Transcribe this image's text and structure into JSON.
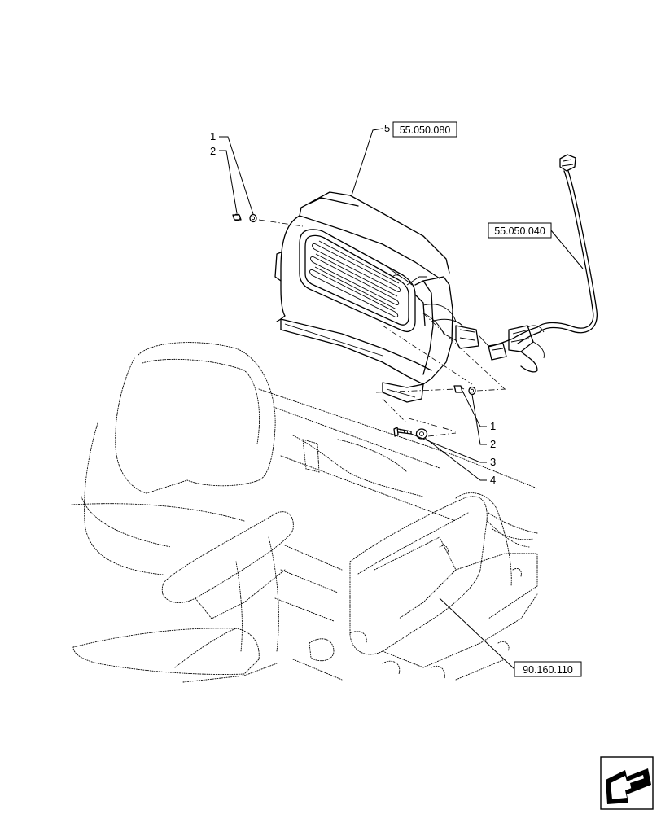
{
  "callouts": {
    "screw_top": "1",
    "washer_top": "2",
    "heater_unit": "5",
    "screw_right": "1",
    "washer_right": "2",
    "bolt": "3",
    "washer_large": "4"
  },
  "references": {
    "heater_unit_ref": "55.050.080",
    "harness_ref": "55.050.040",
    "seat_ref": "90.160.110"
  },
  "icons": {
    "navigation": "previous-page-arrow-icon"
  }
}
